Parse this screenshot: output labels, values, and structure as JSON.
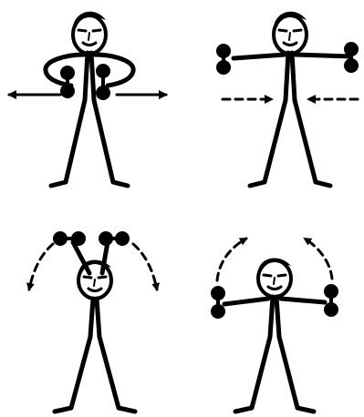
{
  "figure": {
    "background": "#ffffff",
    "ink_color": "#000000",
    "panels": [
      {
        "id": "1",
        "pose": "dumbbells-held-at-chest",
        "arrows": "solid-outward"
      },
      {
        "id": "2",
        "pose": "arms-extended-sideways",
        "arrows": "dashed-inward"
      },
      {
        "id": "3",
        "pose": "arms-raised-overhead",
        "arrows": "dashed-outward-down"
      },
      {
        "id": "4",
        "pose": "arms-extended-sideways",
        "arrows": "dashed-upward"
      }
    ]
  }
}
